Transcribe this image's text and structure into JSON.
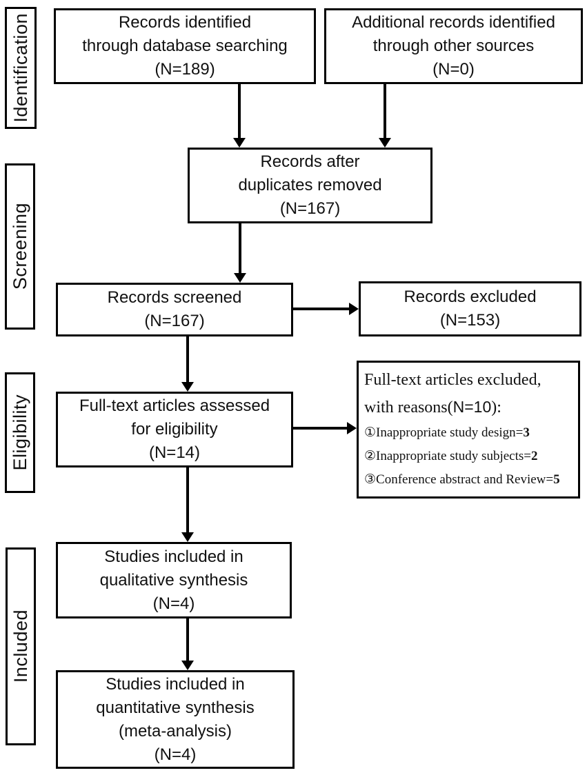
{
  "stages": {
    "identification": "Identification",
    "screening": "Screening",
    "eligibility": "Eligibility",
    "included": "Included"
  },
  "boxes": {
    "records_identified": {
      "lines": [
        "Records identified",
        "through database searching",
        "(N=189)"
      ]
    },
    "additional_records": {
      "lines": [
        "Additional records identified",
        "through other sources",
        "(N=0)"
      ]
    },
    "duplicates_removed": {
      "lines": [
        "Records after",
        "duplicates removed",
        "(N=167)"
      ]
    },
    "records_screened": {
      "lines": [
        "Records screened",
        "(N=167)"
      ]
    },
    "records_excluded": {
      "lines": [
        "Records excluded",
        "(N=153)"
      ]
    },
    "fulltext_assessed": {
      "lines": [
        "Full-text articles assessed",
        "for eligibility",
        "(N=14)"
      ]
    },
    "fulltext_excluded": {
      "heading_line1": "Full-text articles excluded,",
      "heading_line2_prefix": "with reasons(",
      "heading_line2_n": "N=10",
      "heading_line2_suffix": "):",
      "reasons": [
        {
          "label": "①Inappropriate study design=",
          "value": "3"
        },
        {
          "label": "②Inappropriate study subjects=",
          "value": "2"
        },
        {
          "label": "③Conference abstract and Review=",
          "value": "5"
        }
      ]
    },
    "qualitative_synthesis": {
      "lines": [
        "Studies included in",
        "qualitative synthesis",
        "(N=4)"
      ]
    },
    "quantitative_synthesis": {
      "lines": [
        "Studies included in",
        "quantitative synthesis",
        "(meta-analysis)",
        "(N=4)"
      ]
    }
  },
  "colors": {
    "line": "#000000",
    "background": "#ffffff",
    "text": "#111111"
  }
}
